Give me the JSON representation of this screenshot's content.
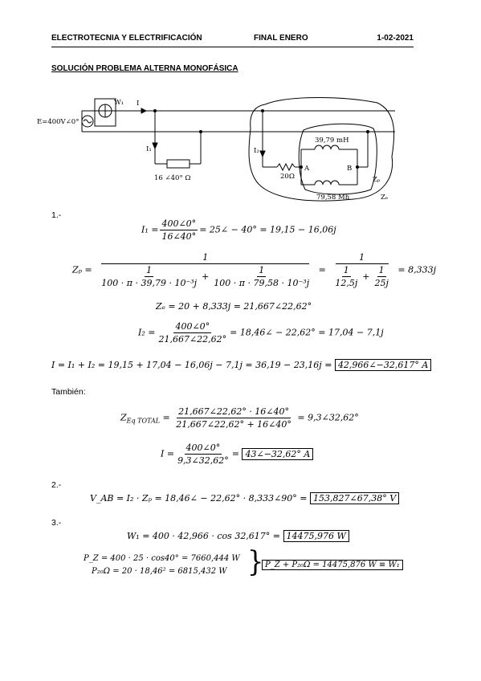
{
  "header": {
    "left": "ELECTROTECNIA Y ELECTRIFICACIÓN",
    "center": "FINAL ENERO",
    "right": "1-02-2021"
  },
  "title": "SOLUCIÓN PROBLEMA ALTERNA MONOFÁSICA",
  "circuit": {
    "source": "E=400V∠0°",
    "wattmeter": "W₁",
    "current_i": "I",
    "current_i1": "I₁",
    "current_i2": "I₂",
    "z1": "16 ∠40° Ω",
    "inductor_top": "39,79 mH",
    "inductor_bottom": "79,58 Mh",
    "resistor": "20Ω",
    "node_a": "A",
    "node_b": "B",
    "zp": "Zₚ",
    "ze": "Zₑ"
  },
  "sections": {
    "s1": "1.-",
    "also": "También:",
    "s2": "2.-",
    "s3": "3.-"
  },
  "eq": {
    "i1_lhs": "I₁ =",
    "i1_num": "400∠0°",
    "i1_den": "16∠40°",
    "i1_rhs": "= 25∠ − 40° = 19,15 − 16,06j",
    "zp_lhs": "Zₚ =",
    "zp_one": "1",
    "zp_t1_den": "100 · π · 39,79 · 10⁻³j",
    "zp_t2_den": "100 · π · 79,58 · 10⁻³j",
    "zp_plus": "+",
    "zp_eq": "=",
    "zp_s1": "12,5j",
    "zp_s2": "25j",
    "zp_rhs": "= 8,333j",
    "ze": "Zₑ = 20 + 8,333j = 21,667∠22,62°",
    "i2_lhs": "I₂ =",
    "i2_num": "400∠0°",
    "i2_den": "21,667∠22,62°",
    "i2_rhs": "= 18,46∠ − 22,62° = 17,04 − 7,1j",
    "itot": "I = I₁ + I₂ = 19,15 + 17,04 − 16,06j − 7,1j = 36,19 − 23,16j =",
    "itot_box": "42,966∠−32,617° A",
    "zeq_lhs": "Z",
    "zeq_sub": "Eq TOTAL",
    "zeq_num": "21,667∠22,62° · 16∠40°",
    "zeq_den": "21,667∠22,62° + 16∠40°",
    "zeq_rhs": "= 9,3∠32,62°",
    "i_lhs": "I =",
    "i_num": "400∠0°",
    "i_den": "9,3∠32,62°",
    "i_eq": "=",
    "i_box": "43∠−32,62° A",
    "vab": "V_AB = I₂ · Zₚ = 18,46∠ − 22,62° · 8,333∠90° =",
    "vab_box": "153,827∠67,38° V",
    "w1": "W₁ = 400 · 42,966 · cos 32,617° =",
    "w1_box": "14475,976 W",
    "pz": "P_Z = 400 · 25 · cos40° = 7660,444 W",
    "p20": "P₂₀Ω = 20 · 18,46² = 6815,432 W",
    "psum_box": "P_Z + P₂₀Ω = 14475,876 W ≡ W₁"
  }
}
